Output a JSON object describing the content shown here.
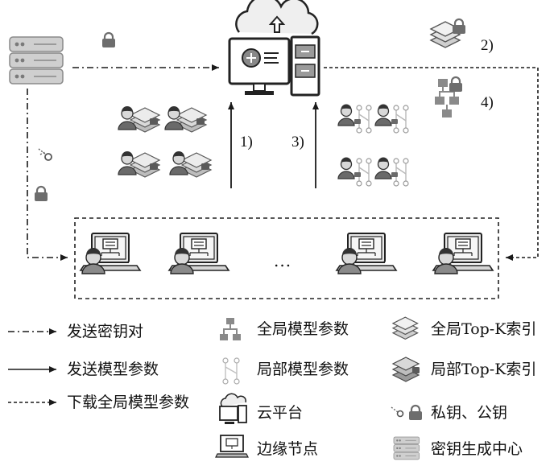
{
  "steps": {
    "s1": "1)",
    "s2": "2)",
    "s3": "3)",
    "s4": "4)"
  },
  "ellipsis": "...",
  "legend": {
    "send_key_pair": "发送密钥对",
    "send_model_params": "发送模型参数",
    "download_global_params": "下载全局模型参数",
    "global_model_params": "全局模型参数",
    "local_model_params": "局部模型参数",
    "cloud_platform": "云平台",
    "edge_node": "边缘节点",
    "global_topk_index": "全局Top-K索引",
    "local_topk_index": "局部Top-K索引",
    "private_public_key": "私钥、公钥",
    "key_center": "密钥生成中心"
  },
  "colors": {
    "ink": "#1a1a1a",
    "icon_gray": "#8f8f8f",
    "icon_light": "#c9c9c9",
    "icon_dark": "#4a4a4a"
  }
}
